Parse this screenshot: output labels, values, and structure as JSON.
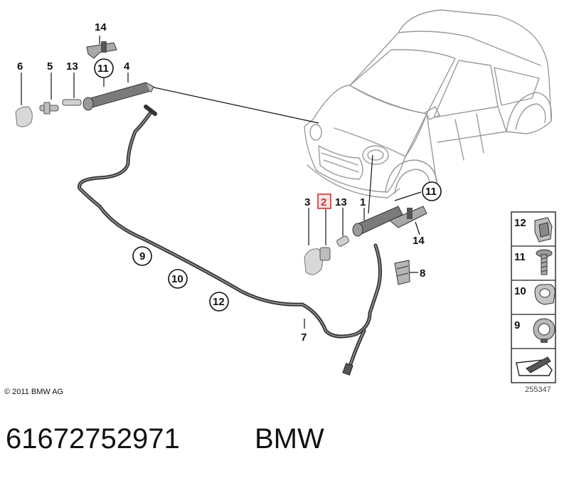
{
  "diagram": {
    "callouts": {
      "c14_top": "14",
      "c6": "6",
      "c5": "5",
      "c13_top": "13",
      "c11_top": "11",
      "c4": "4",
      "c3": "3",
      "c2": "2",
      "c13_mid": "13",
      "c1": "1",
      "c11_mid": "11",
      "c14_mid": "14",
      "c8": "8",
      "c9": "9",
      "c10": "10",
      "c12": "12",
      "c7": "7"
    },
    "legend": [
      {
        "num": "12",
        "icon": "clip-icon"
      },
      {
        "num": "11",
        "icon": "screw-icon"
      },
      {
        "num": "10",
        "icon": "clamp-icon"
      },
      {
        "num": "9",
        "icon": "hose-clamp-icon"
      }
    ],
    "copyright": "© 2011 BMW AG",
    "ref_number": "255347",
    "highlight_color": "#d0302e"
  },
  "footer": {
    "part_number": "61672752971",
    "brand": "BMW"
  }
}
